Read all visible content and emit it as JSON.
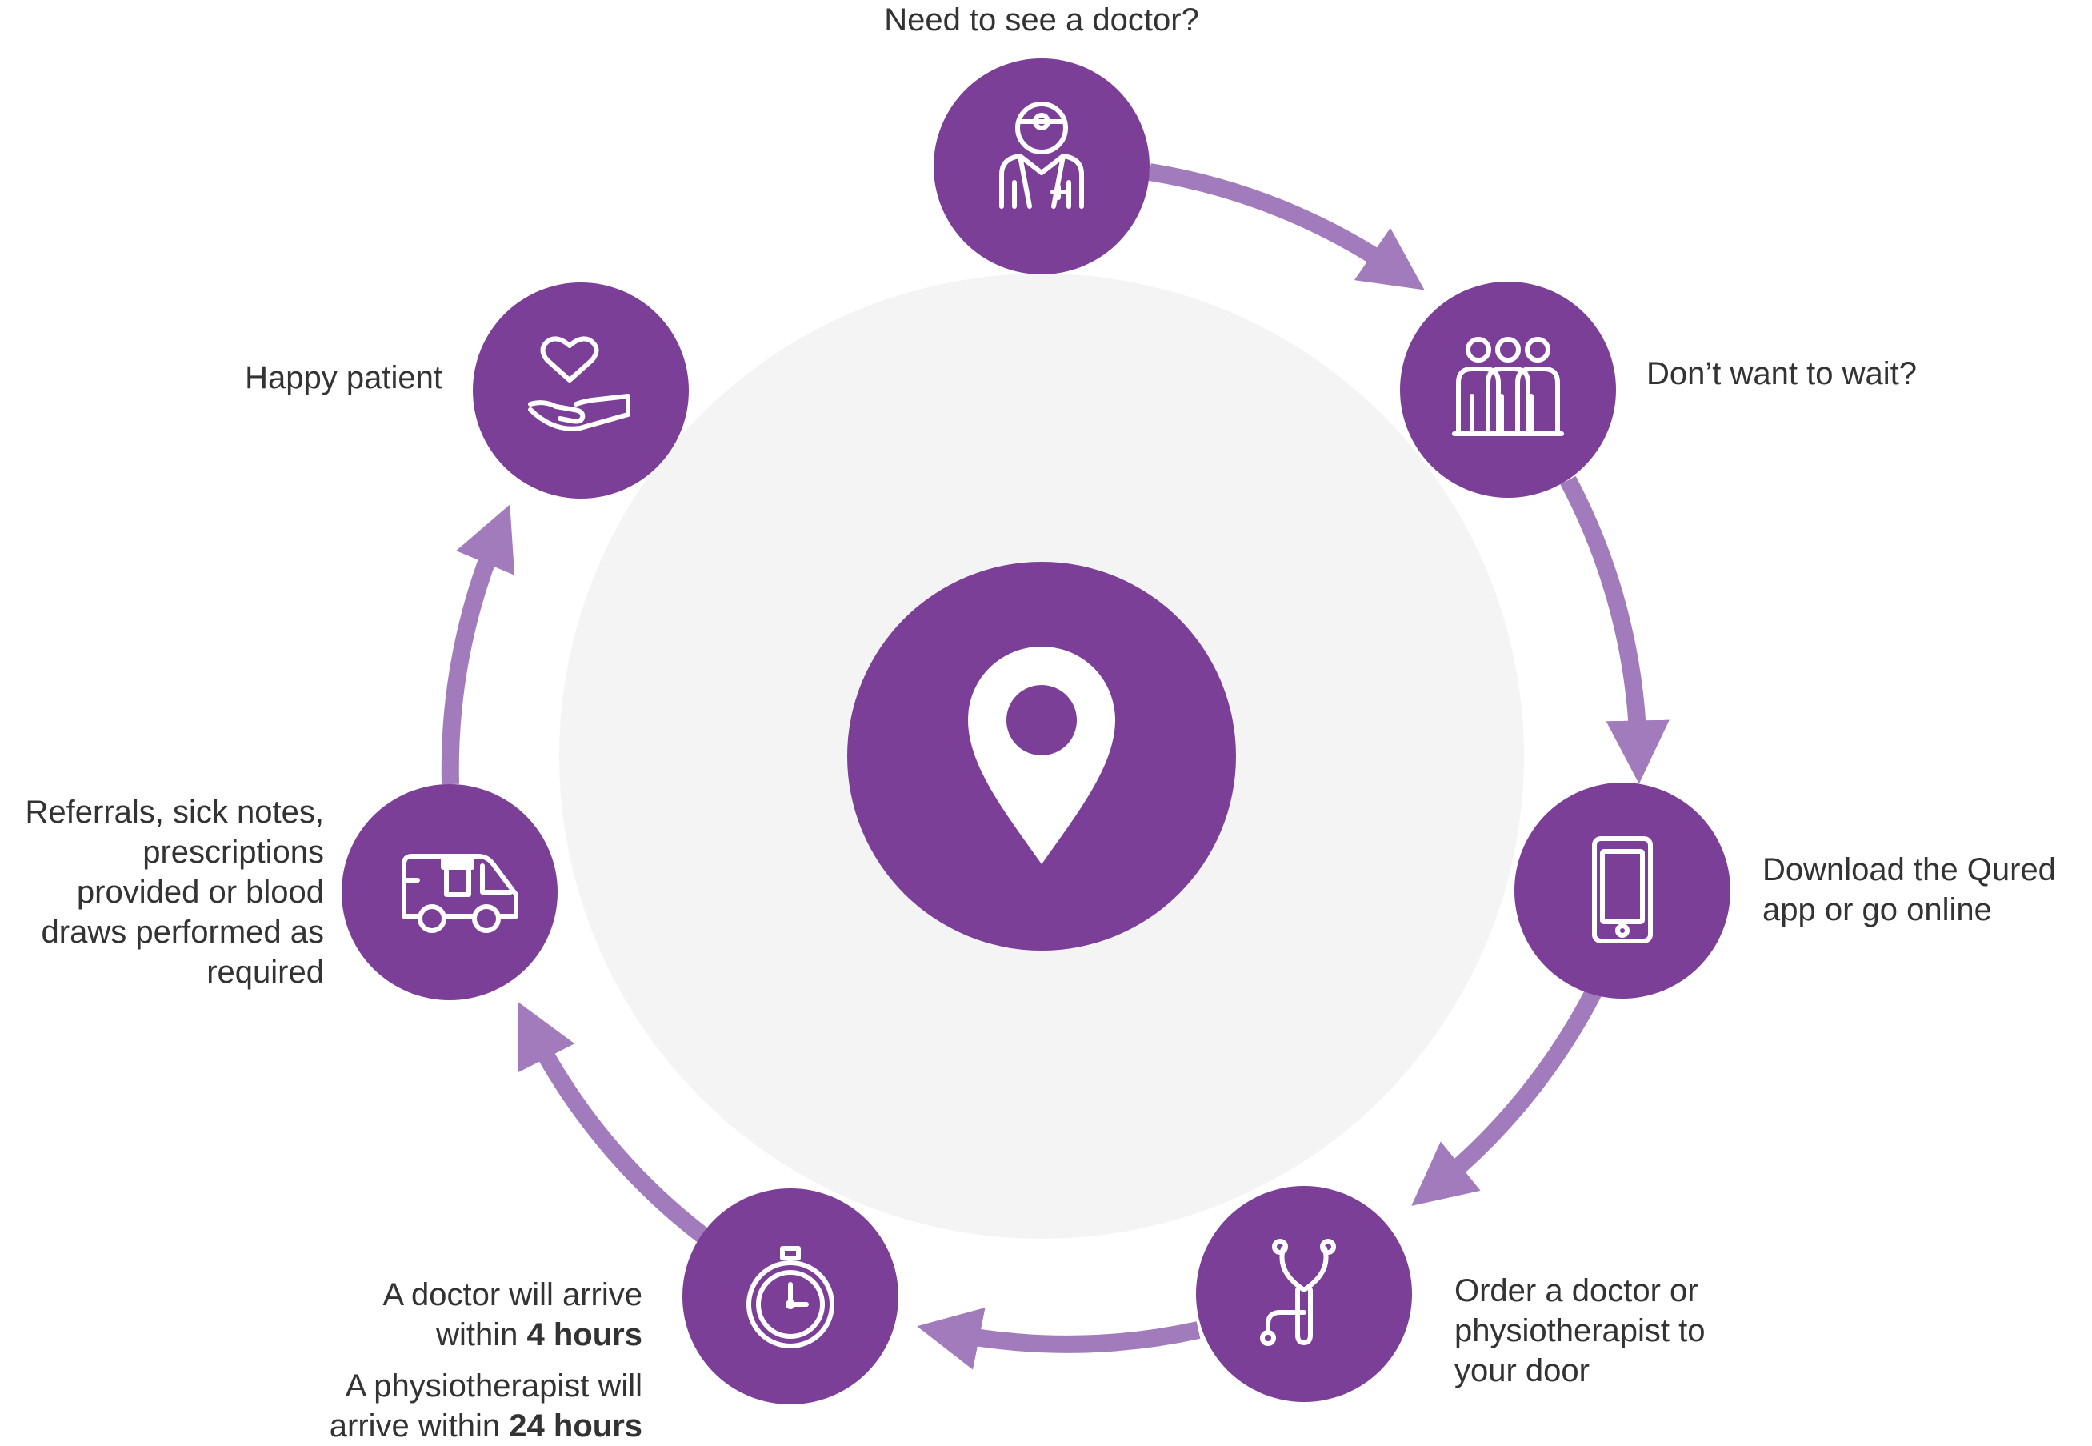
{
  "colors": {
    "node_fill": "#7B3F98",
    "arrow": "#A27BBD",
    "center_disc": "#F4F4F4",
    "icon_stroke": "#FFFFFF",
    "text": "#333333"
  },
  "center": {
    "icon": "map-pin-icon"
  },
  "steps": [
    {
      "id": "see-doctor",
      "icon": "doctor-icon",
      "lines": [
        "Need to see a doctor?"
      ]
    },
    {
      "id": "dont-wait",
      "icon": "queue-people-icon",
      "lines": [
        "Don’t want to wait?"
      ]
    },
    {
      "id": "download",
      "icon": "smartphone-icon",
      "lines": [
        "Download the Qured",
        "app or go online"
      ]
    },
    {
      "id": "order",
      "icon": "stethoscope-icon",
      "lines": [
        "Order a doctor or",
        "physiotherapist to",
        "your door"
      ]
    },
    {
      "id": "arrive",
      "icon": "stopwatch-icon",
      "doctor": {
        "text": "A doctor will arrive",
        "within": "within ",
        "time": "4 hours"
      },
      "physio": {
        "text": "A physiotherapist will",
        "within": "arrive within ",
        "time": "24 hours"
      }
    },
    {
      "id": "referrals",
      "icon": "medical-van-icon",
      "lines": [
        "Referrals, sick notes,",
        "prescriptions",
        "provided or blood",
        "draws performed as",
        "required"
      ]
    },
    {
      "id": "happy",
      "icon": "heart-hand-icon",
      "lines": [
        "Happy patient"
      ]
    }
  ]
}
